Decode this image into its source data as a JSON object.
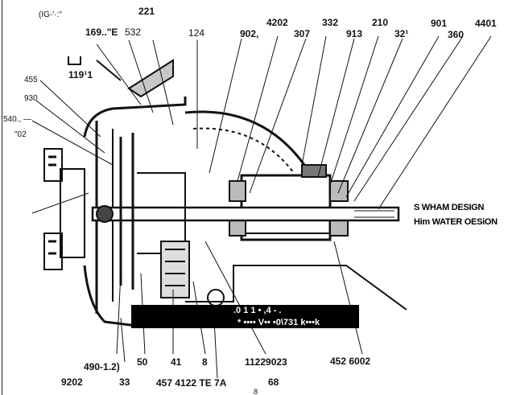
{
  "callouts": {
    "top_row": [
      "221",
      "169..\"E",
      "532",
      "124",
      "902,",
      "4202",
      "307",
      "332",
      "913",
      "210",
      "32¹",
      "901",
      "360",
      "4401"
    ],
    "upper_left": [
      "(IG-'·:\"",
      "119¹1",
      "455",
      "930",
      "540., —",
      "\"02"
    ],
    "bottom_row": [
      "490-1.2)",
      "50",
      "41",
      "8",
      "11229023",
      "452 6002"
    ],
    "bottom_row_2": [
      "9202",
      "33",
      "457 4122 TE 7A",
      "68",
      "8"
    ]
  },
  "side_text": {
    "line1": "S WHAM DESIGN",
    "line2": "Him WATER OESiON"
  },
  "black_bar": {
    "line1": ".0 1 1 • ,4 - .",
    "line2": "* •••• V•• •0\\731 k•••k"
  },
  "colors": {
    "ink": "#111111",
    "paper": "#ffffff",
    "bar": "#000000"
  }
}
